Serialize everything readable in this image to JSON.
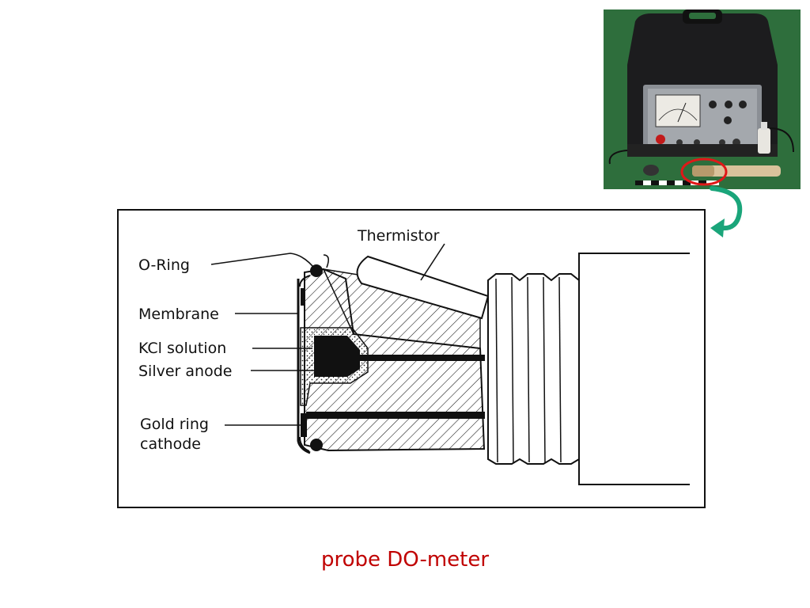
{
  "diagram": {
    "labels": {
      "thermistor": "Thermistor",
      "o_ring": "O-Ring",
      "membrane": "Membrane",
      "kcl_solution": "KCl solution",
      "silver_anode": "Silver anode",
      "gold_ring_cathode_line1": "Gold ring",
      "gold_ring_cathode_line2": "cathode"
    }
  },
  "caption": "probe DO-meter",
  "colors": {
    "caption": "#c00000",
    "photo_background": "#2e6e3c",
    "highlight_circle": "#e01818",
    "arrow": "#1aa57a"
  },
  "icons": {
    "photo": "do-meter-photo",
    "arrow": "curved-arrow-icon"
  }
}
